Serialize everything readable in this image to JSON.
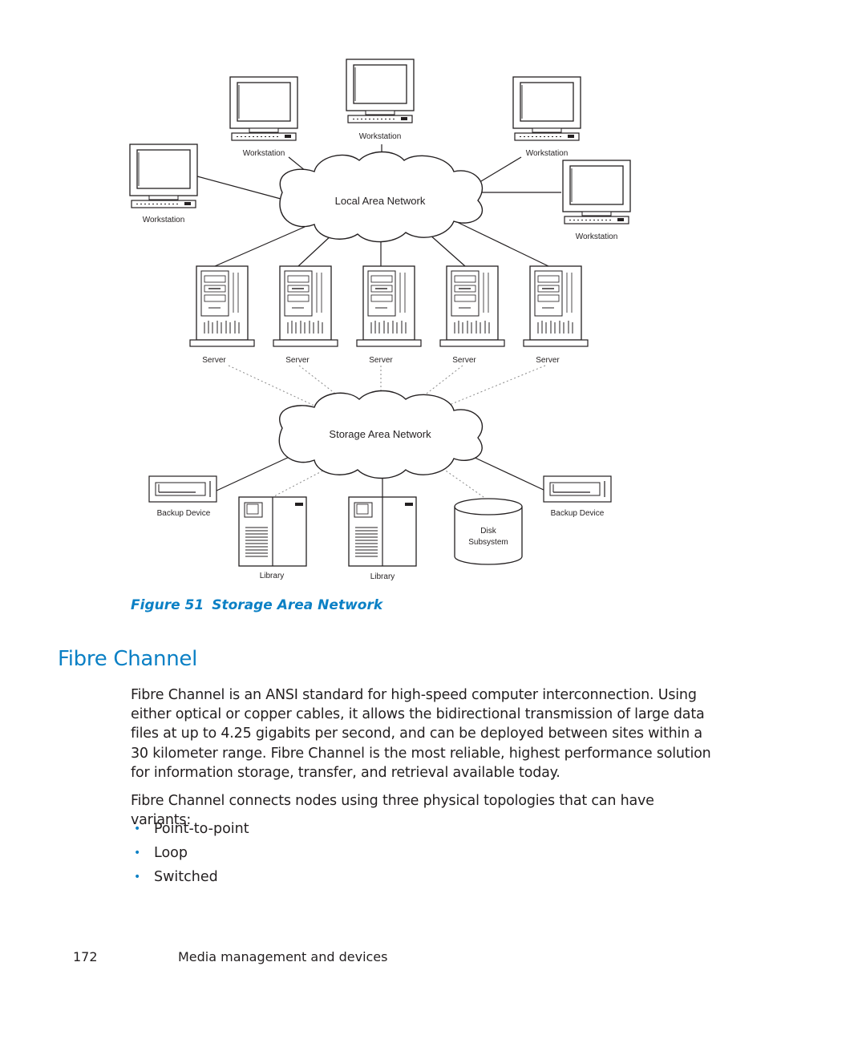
{
  "diagram": {
    "lan_label": "Local Area Network",
    "san_label": "Storage Area Network",
    "workstation_label": "Workstation",
    "server_label": "Server",
    "backup_label": "Backup Device",
    "library_label": "Library",
    "disk_label_line1": "Disk",
    "disk_label_line2": "Subsystem"
  },
  "caption": {
    "number": "Figure 51",
    "title": "Storage Area Network"
  },
  "section": {
    "heading": "Fibre Channel",
    "paragraph1": "Fibre Channel is an ANSI standard for high-speed computer interconnection. Using either optical or copper cables, it allows the bidirectional transmission of large data files at up to 4.25 gigabits per second, and can be deployed between sites within a 30 kilometer range. Fibre Channel is the most reliable, highest performance solution for information storage, transfer, and retrieval available today.",
    "paragraph2": "Fibre Channel connects nodes using three physical topologies that can have variants:",
    "bullets": [
      "Point-to-point",
      "Loop",
      "Switched"
    ]
  },
  "footer": {
    "page_number": "172",
    "chapter_title": "Media management and devices"
  }
}
